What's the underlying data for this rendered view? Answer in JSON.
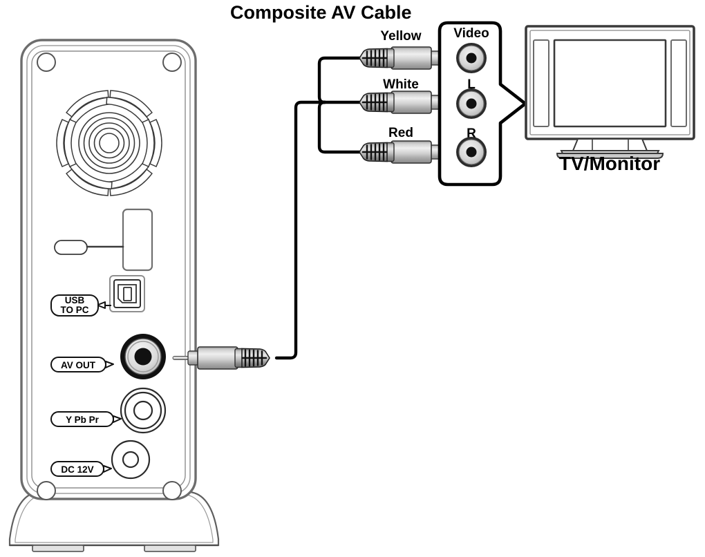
{
  "title": "Composite AV Cable",
  "device": {
    "name": "media-player-rear-panel",
    "port_labels": [
      {
        "id": "usb",
        "line1": "USB",
        "line2": "TO  PC"
      },
      {
        "id": "av_out",
        "line1": "AV  OUT",
        "line2": ""
      },
      {
        "id": "ypbpr",
        "line1": "Y  Pb  Pr",
        "line2": ""
      },
      {
        "id": "dc",
        "line1": "DC  12V",
        "line2": ""
      }
    ],
    "blank_label": ""
  },
  "cable": {
    "name": "composite-av-cable",
    "plugs": [
      {
        "id": "yellow",
        "label": "Yellow",
        "color": "#c9c9c9"
      },
      {
        "id": "white",
        "label": "White",
        "color": "#c9c9c9"
      },
      {
        "id": "red",
        "label": "Red",
        "color": "#c9c9c9"
      }
    ],
    "source_plug_label": ""
  },
  "jack_panel": {
    "name": "tv-input-jack-panel",
    "jacks": [
      {
        "id": "video",
        "label": "Video"
      },
      {
        "id": "left",
        "label": "L"
      },
      {
        "id": "right",
        "label": "R"
      }
    ]
  },
  "display": {
    "name": "tv-monitor",
    "caption": "TV/Monitor"
  },
  "colors": {
    "outline": "#000000",
    "case_stroke": "#6d6d6d",
    "metal_light": "#e8e8e8",
    "metal_mid": "#c2c2c2",
    "metal_dark": "#8f8f8f",
    "jack_ring": "#d9d9d9",
    "background": "#ffffff"
  }
}
